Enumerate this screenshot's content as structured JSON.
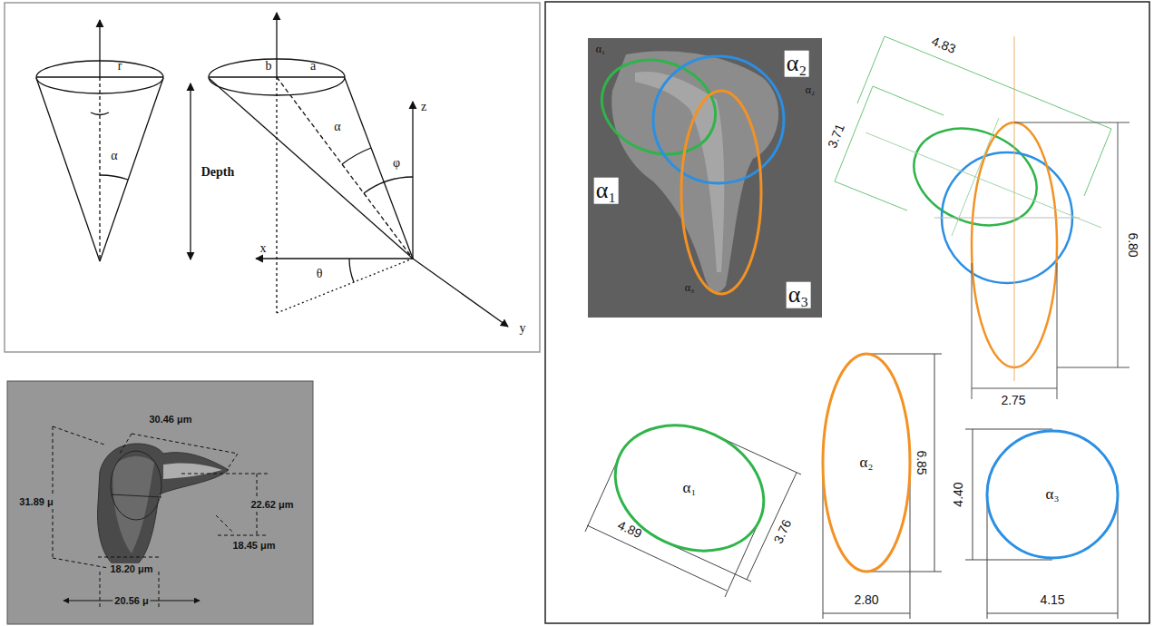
{
  "diagram": {
    "nodes": [
      {
        "text": [
          "α₁"
        ]
      },
      {
        "text": [
          "α₂"
        ]
      },
      {
        "text": [
          "α₃"
        ]
      }
    ],
    "labels": [
      "r",
      "α",
      "Depth",
      "b",
      "a",
      "α",
      "φ",
      "z",
      "x",
      "θ",
      "y",
      "30.46 μm",
      "31.89 μ",
      "22.62 μm",
      "18.45 μm",
      "18.20 μm",
      "20.56 μ",
      "α₁",
      "α₂",
      "α₂",
      "α₁",
      "α₃",
      "α₃",
      "4.83",
      "3.71",
      "6.80",
      "2.75",
      "4.89",
      "3.76",
      "6.85",
      "2.80",
      "4.40",
      "4.15"
    ]
  }
}
